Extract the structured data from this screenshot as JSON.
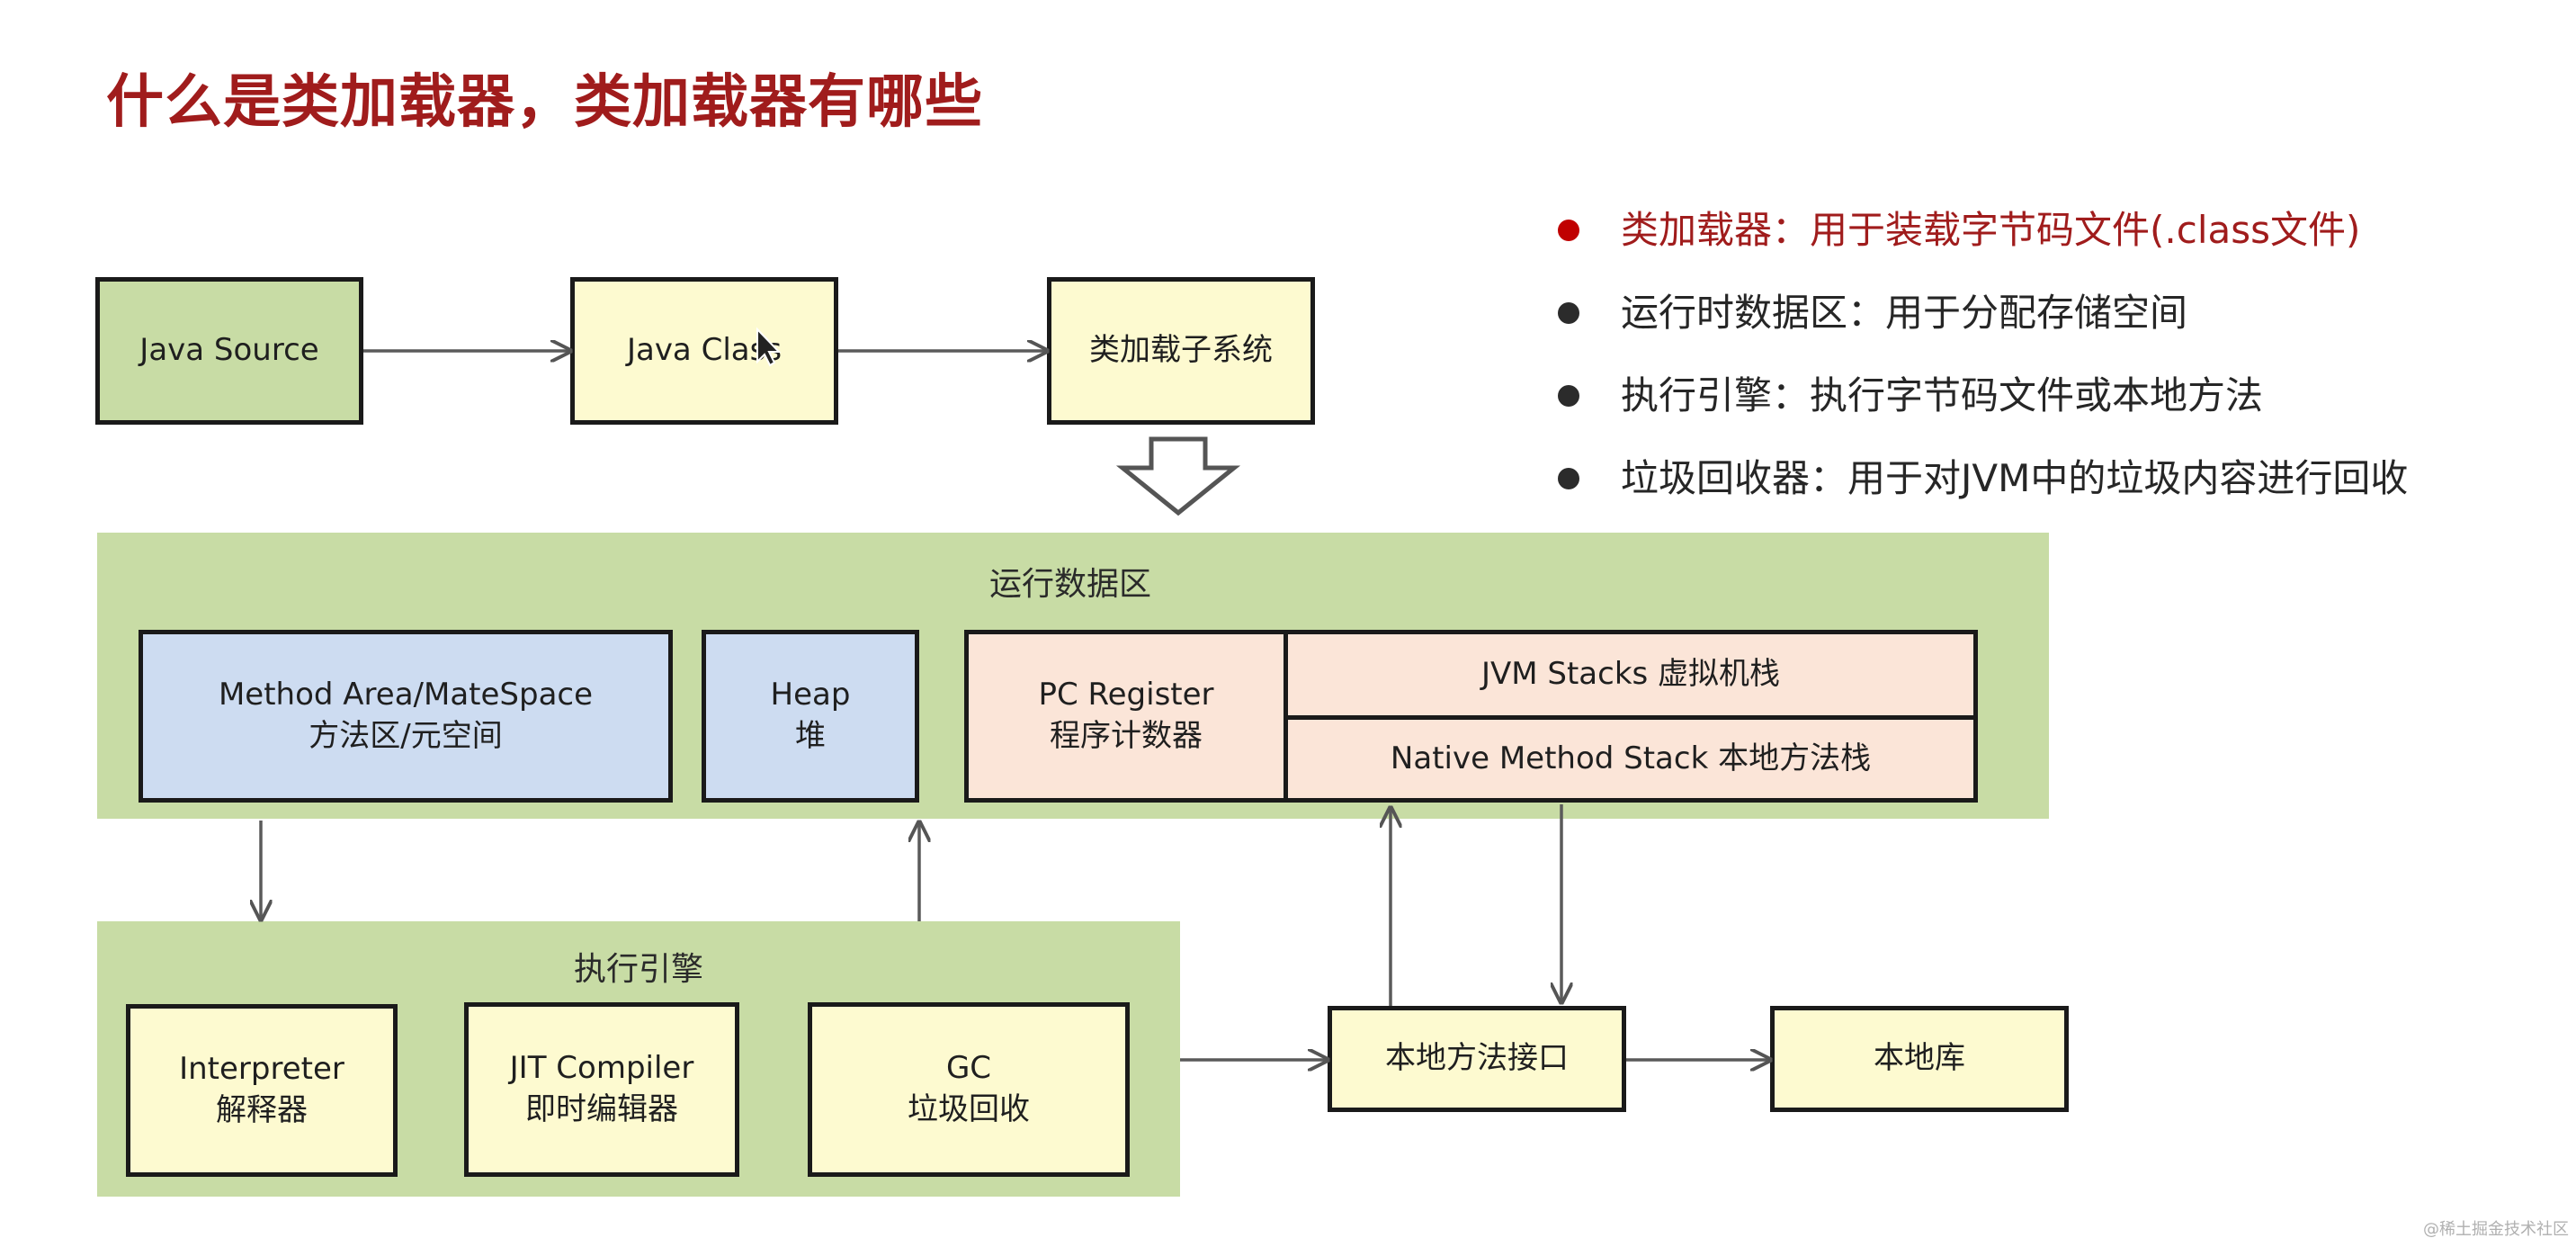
{
  "title": "什么是类加载器，类加载器有哪些",
  "bullets": [
    {
      "text": "类加载器：用于装载字节码文件(.class文件)",
      "color": "#a01c1c"
    },
    {
      "text": "运行时数据区：用于分配存储空间"
    },
    {
      "text": "执行引擎：执行字节码文件或本地方法"
    },
    {
      "text": "垃圾回收器：用于对JVM中的垃圾内容进行回收"
    }
  ],
  "diagram": {
    "java_source": "Java Source",
    "java_class": "Java Class",
    "class_loader_subsystem": "类加载子系统",
    "runtime_area": {
      "label": "运行数据区",
      "method_area": {
        "line1": "Method Area/MateSpace",
        "line2": "方法区/元空间"
      },
      "heap": {
        "line1": "Heap",
        "line2": "堆"
      },
      "pc_register": {
        "line1": "PC Register",
        "line2": "程序计数器"
      },
      "jvm_stacks": "JVM Stacks 虚拟机栈",
      "native_stack": "Native Method Stack 本地方法栈"
    },
    "execution_engine": {
      "label": "执行引擎",
      "interpreter": {
        "line1": "Interpreter",
        "line2": "解释器"
      },
      "jit": {
        "line1": "JIT Compiler",
        "line2": "即时编辑器"
      },
      "gc": {
        "line1": "GC",
        "line2": "垃圾回收"
      }
    },
    "native_interface": "本地方法接口",
    "native_library": "本地库"
  },
  "watermark": "@稀土掘金技术社区",
  "colors": {
    "title": "#a01c1c",
    "yellow_box": "#fdfad0",
    "green_box": "#c8dca5",
    "blue_box": "#cddcf1",
    "pink_box": "#fbe5d8"
  }
}
